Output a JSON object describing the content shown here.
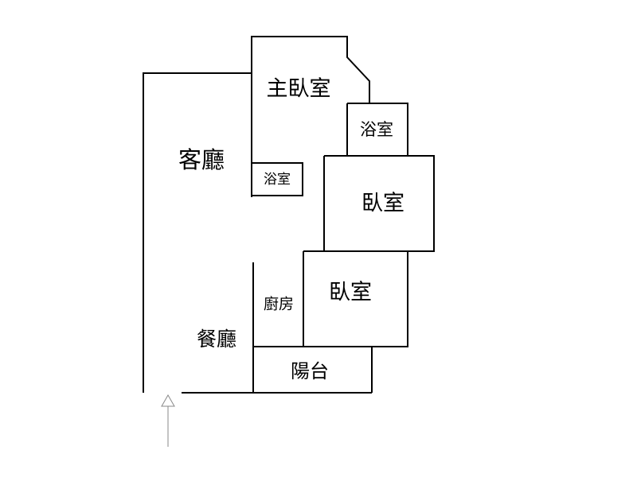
{
  "rooms": {
    "master_bedroom": "主臥室",
    "master_bath": "浴室",
    "living_room": "客廳",
    "small_bath": "浴室",
    "bedroom_1": "臥室",
    "bedroom_2": "臥室",
    "kitchen": "廚房",
    "dining_room": "餐廳",
    "balcony": "陽台"
  },
  "colors": {
    "line": "#000000",
    "entrance_arrow": "#888888",
    "background": "#ffffff"
  },
  "icons": {
    "entrance": "up-arrow-icon"
  }
}
